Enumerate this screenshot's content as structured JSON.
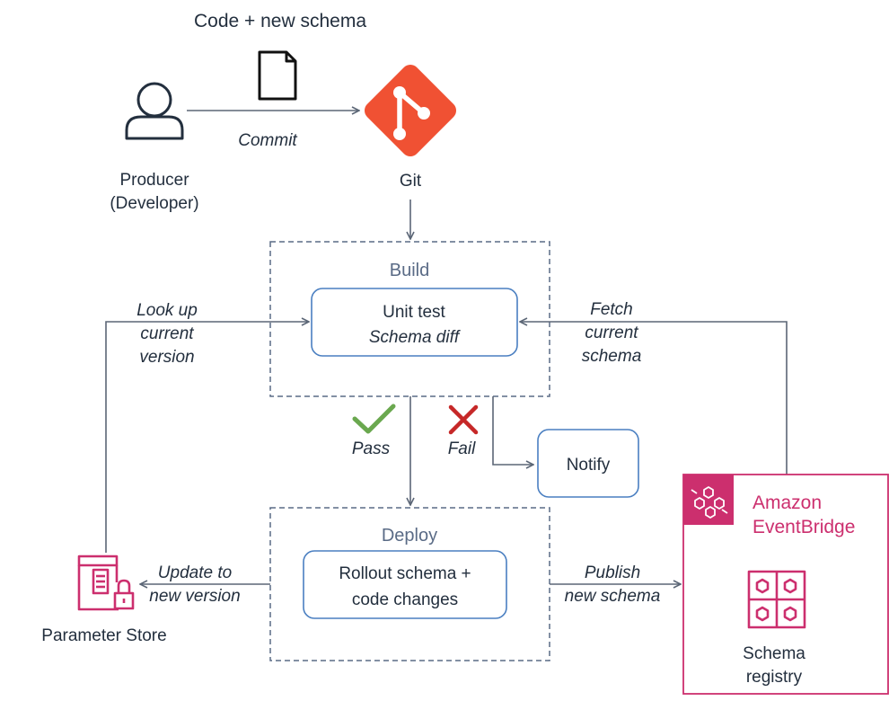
{
  "header": {
    "title": "Code + new schema"
  },
  "producer": {
    "line1": "Producer",
    "line2": "(Developer)"
  },
  "commit": {
    "label": "Commit"
  },
  "git": {
    "label": "Git"
  },
  "build": {
    "title": "Build",
    "box_line1": "Unit test",
    "box_line2": "Schema diff"
  },
  "lookup": {
    "line1": "Look up",
    "line2": "current",
    "line3": "version"
  },
  "fetch": {
    "line1": "Fetch",
    "line2": "current",
    "line3": "schema"
  },
  "pass": {
    "label": "Pass"
  },
  "fail": {
    "label": "Fail"
  },
  "notify": {
    "label": "Notify"
  },
  "deploy": {
    "title": "Deploy",
    "box_line1": "Rollout schema +",
    "box_line2": "code changes"
  },
  "update": {
    "line1": "Update to",
    "line2": "new version"
  },
  "publish": {
    "line1": "Publish",
    "line2": "new schema"
  },
  "parameter_store": {
    "label": "Parameter Store"
  },
  "eventbridge": {
    "line1": "Amazon",
    "line2": "EventBridge"
  },
  "schema_registry": {
    "line1": "Schema",
    "line2": "registry"
  },
  "colors": {
    "git": "#f05133",
    "eventbridge": "#cc2f6e",
    "pass": "#6aa84f",
    "fail": "#c62828",
    "box_border": "#4a7fc1",
    "dashed_border": "#5a6b86"
  }
}
